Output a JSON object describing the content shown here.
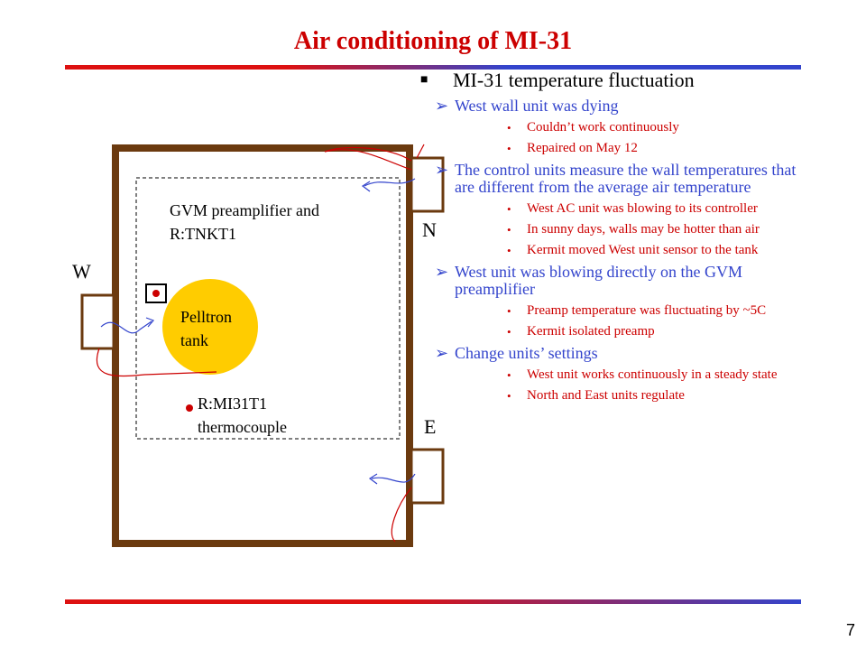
{
  "title": "Air conditioning of MI-31",
  "page_number": "7",
  "colors": {
    "title": "#cc0000",
    "wall": "#6b3a0f",
    "tank": "#ffcc00",
    "level2": "#3344cc",
    "level3": "#cc0000"
  },
  "diagram": {
    "label_w": "W",
    "label_n": "N",
    "label_e": "E",
    "gvm_label": "GVM preamplifier and R:TNKT1",
    "tank_label": "Pelltron tank",
    "thermo_label": "R:MI31T1 thermocouple"
  },
  "bullets": {
    "heading": "MI-31 temperature fluctuation",
    "b1": "West wall unit was dying",
    "b1_1": "Couldn’t work continuously",
    "b1_2": "Repaired on May 12",
    "b2": "The control units measure the wall temperatures that are different from the average air temperature",
    "b2_1": "West AC unit was blowing to its controller",
    "b2_2": "In sunny days, walls may be hotter than air",
    "b2_3": "Kermit moved West unit sensor to the tank",
    "b3": "West unit was blowing directly on the GVM preamplifier",
    "b3_1": "Preamp temperature was fluctuating by  ~5C",
    "b3_2": "Kermit isolated preamp",
    "b4": "Change units’ settings",
    "b4_1": "West unit works continuously in a steady state",
    "b4_2": "North and East units regulate"
  }
}
